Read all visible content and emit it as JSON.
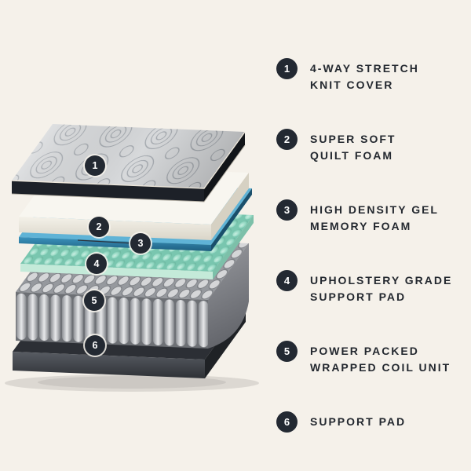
{
  "legend": {
    "items": [
      {
        "number": "1",
        "line1": "4-WAY STRETCH",
        "line2": "KNIT COVER"
      },
      {
        "number": "2",
        "line1": "SUPER SOFT",
        "line2": "QUILT FOAM"
      },
      {
        "number": "3",
        "line1": "HIGH DENSITY GEL",
        "line2": "MEMORY FOAM"
      },
      {
        "number": "4",
        "line1": "UPHOLSTERY GRADE",
        "line2": "SUPPORT PAD"
      },
      {
        "number": "5",
        "line1": "POWER PACKED",
        "line2": "WRAPPED COIL UNIT"
      },
      {
        "number": "6",
        "line1": "SUPPORT PAD",
        "line2": ""
      }
    ]
  },
  "diagram": {
    "markers": [
      {
        "number": "1",
        "layer": "knit-cover"
      },
      {
        "number": "2",
        "line": "",
        "layer": "quilt-foam"
      },
      {
        "number": "3",
        "layer": "gel-memory-foam"
      },
      {
        "number": "4",
        "layer": "upholstery-support-pad"
      },
      {
        "number": "5",
        "layer": "wrapped-coil-unit"
      },
      {
        "number": "6",
        "layer": "support-pad-base"
      }
    ]
  },
  "colors": {
    "background": "#f5f1ea",
    "badge": "#232932",
    "text": "#23282f",
    "gel_layer": "#2a7aa3",
    "memory_foam_layer": "#7cc9b2",
    "cover_edge": "#1d2128"
  }
}
